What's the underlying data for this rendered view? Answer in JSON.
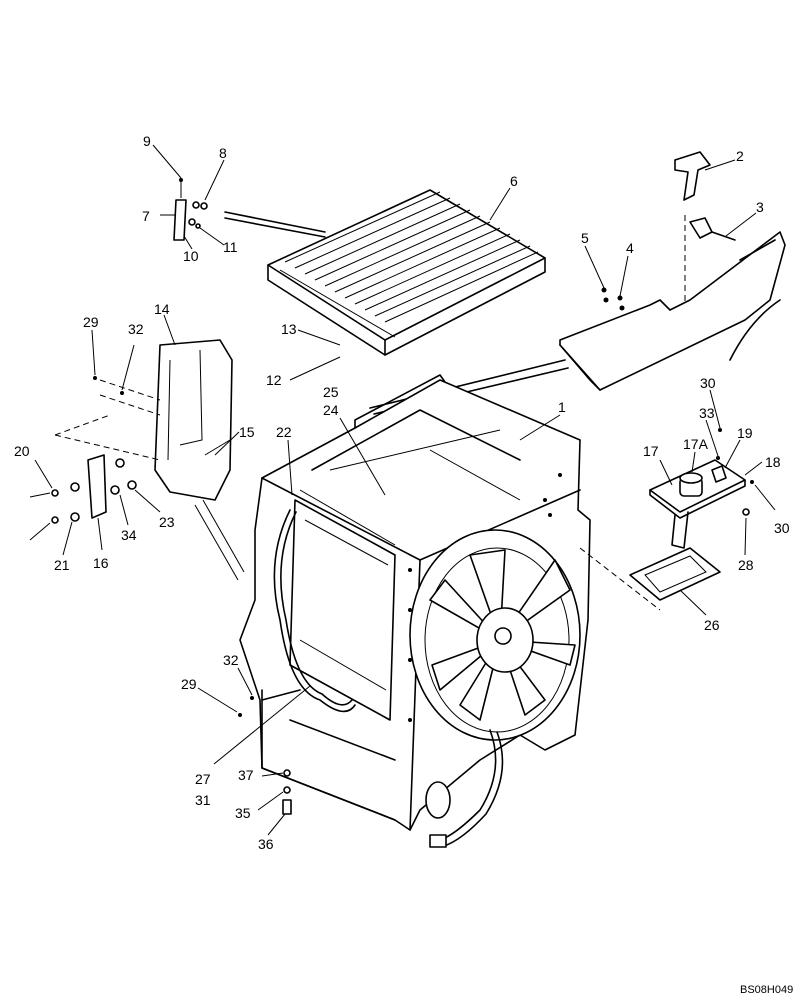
{
  "drawing_code": "BS08H049",
  "callouts": {
    "c1": "1",
    "c2": "2",
    "c3": "3",
    "c4": "4",
    "c5": "5",
    "c6": "6",
    "c7": "7",
    "c8": "8",
    "c9": "9",
    "c10": "10",
    "c11": "11",
    "c12": "12",
    "c13": "13",
    "c14": "14",
    "c15": "15",
    "c16": "16",
    "c17": "17",
    "c17a": "17A",
    "c18": "18",
    "c19": "19",
    "c20": "20",
    "c21": "21",
    "c22": "22",
    "c23": "23",
    "c24": "24",
    "c25": "25",
    "c26": "26",
    "c27": "27",
    "c28": "28",
    "c29a": "29",
    "c29b": "29",
    "c30a": "30",
    "c30b": "30",
    "c31": "31",
    "c32a": "32",
    "c32b": "32",
    "c33": "33",
    "c34": "34",
    "c35": "35",
    "c36": "36",
    "c37": "37"
  }
}
